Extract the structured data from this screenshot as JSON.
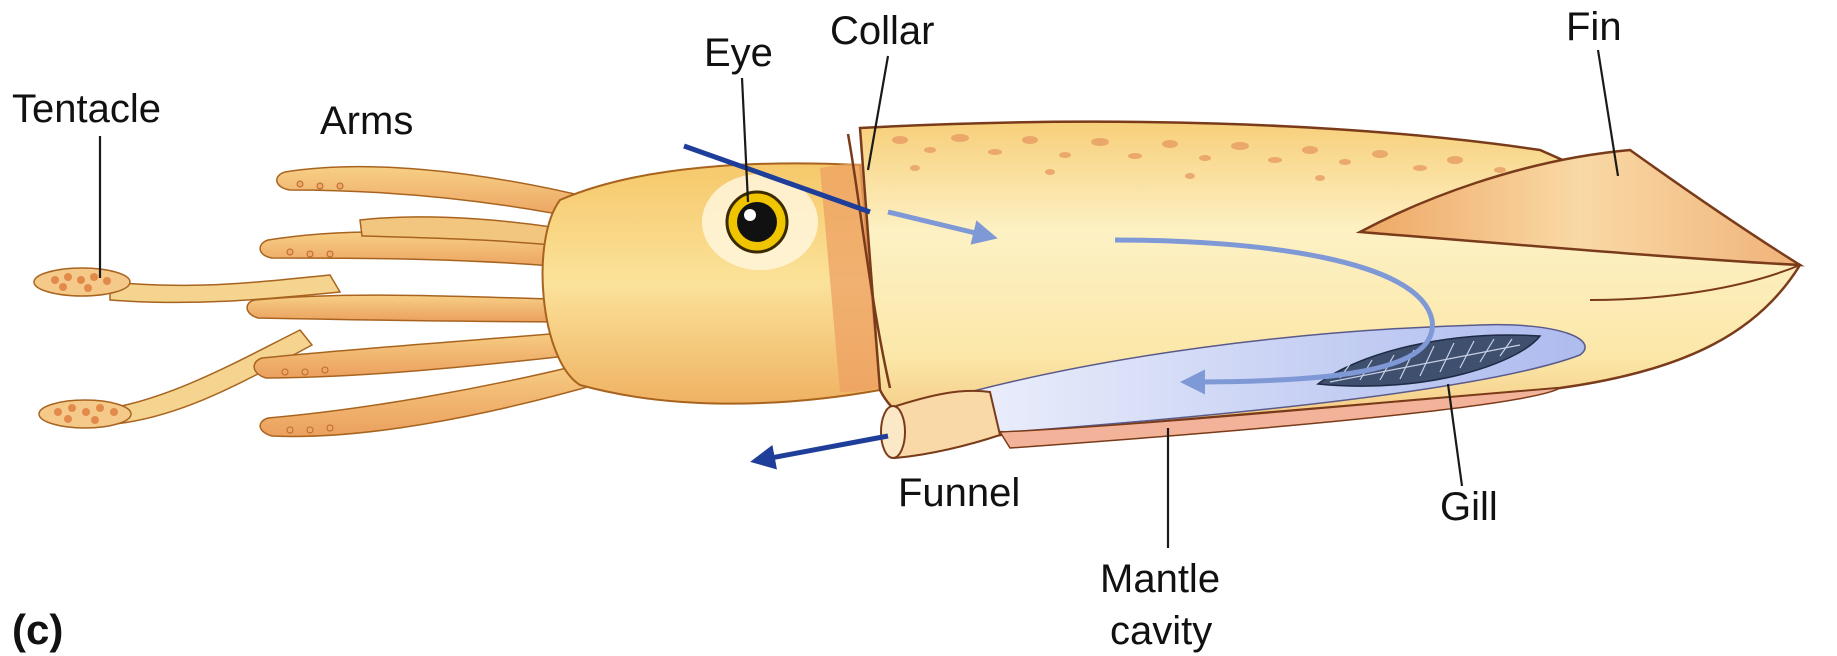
{
  "panel_label": "(c)",
  "labels": {
    "tentacle": "Tentacle",
    "arms": "Arms",
    "eye": "Eye",
    "collar": "Collar",
    "fin": "Fin",
    "funnel": "Funnel",
    "gill": "Gill",
    "mantle_cavity_line1": "Mantle",
    "mantle_cavity_line2": "cavity"
  },
  "colors": {
    "body": "#f8d98a",
    "body_light": "#fdf2c6",
    "spots": "#e9a066",
    "outline": "#7a3b1a",
    "cavity": "#c9d2f3",
    "gill": "#3f4f6e",
    "water_in_arrow": "#7f98d6",
    "water_out_arrow": "#1f3e9a"
  }
}
